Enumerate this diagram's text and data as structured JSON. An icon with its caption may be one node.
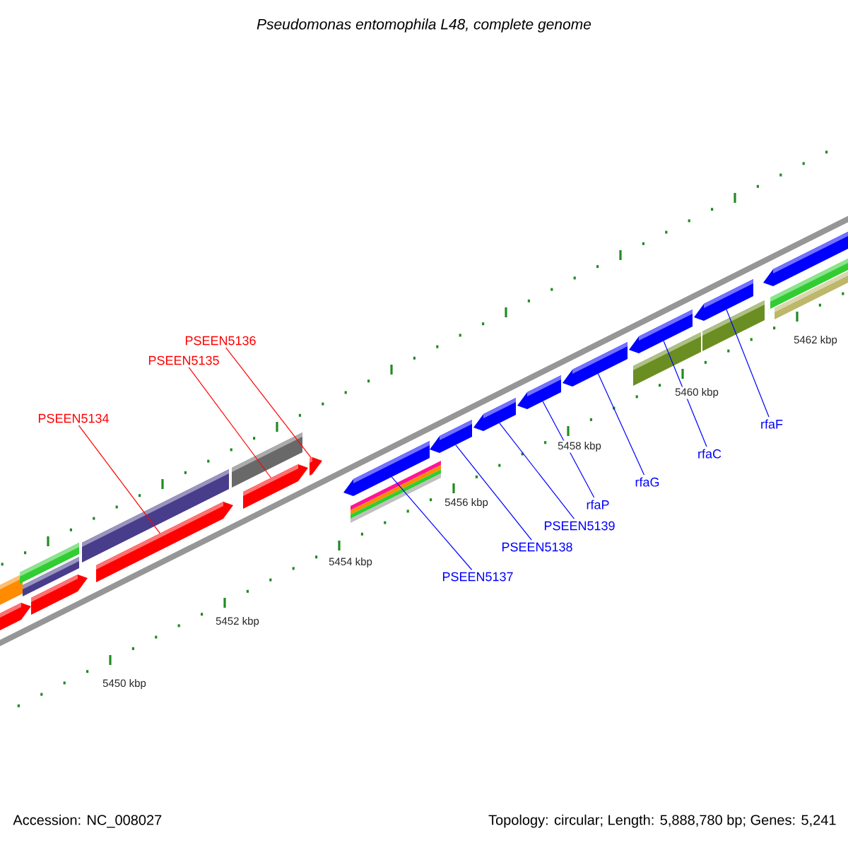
{
  "diagram": {
    "title": "Pseudomonas entomophila L48, complete genome",
    "nodes": [
      {
        "text": [
          "PSEEN5136"
        ]
      },
      {
        "text": [
          "PSEEN5135"
        ]
      },
      {
        "text": [
          "PSEEN5134"
        ]
      },
      {
        "text": [
          "rfaF"
        ]
      },
      {
        "text": [
          "rfaC"
        ]
      },
      {
        "text": [
          "rfaG"
        ]
      },
      {
        "text": [
          "rfaP"
        ]
      },
      {
        "text": [
          "PSEEN5139"
        ]
      },
      {
        "text": [
          "PSEEN5138"
        ]
      },
      {
        "text": [
          "PSEEN5137"
        ]
      },
      {
        "text": [],
        "shape": "bar"
      },
      {
        "text": [],
        "shape": "bar"
      },
      {
        "text": [],
        "shape": "bar"
      },
      {
        "text": [],
        "shape": "bar"
      },
      {
        "text": [],
        "shape": "bar"
      },
      {
        "text": [],
        "shape": "bar"
      },
      {
        "text": [],
        "shape": "bar"
      },
      {
        "text": [],
        "shape": "bar"
      },
      {
        "text": [],
        "shape": "bar"
      },
      {
        "text": [],
        "shape": "bar"
      },
      {
        "text": [],
        "shape": "bar"
      },
      {
        "text": [],
        "shape": "bar"
      },
      {
        "text": [],
        "shape": "bar"
      },
      {
        "text": [],
        "shape": "bar"
      },
      {
        "text": [],
        "shape": "bar"
      },
      {
        "text": [],
        "shape": "bar"
      },
      {
        "text": [],
        "shape": "bar"
      },
      {
        "text": [],
        "shape": "bar"
      },
      {
        "text": [],
        "shape": "bar"
      },
      {
        "text": [],
        "shape": "bar"
      },
      {
        "text": [],
        "shape": "bar"
      },
      {
        "text": [],
        "shape": "bar"
      },
      {
        "text": [],
        "shape": "bar"
      }
    ],
    "edges": [
      {
        "from": 0,
        "to": 19,
        "arrow": "none",
        "color": "#ff0000"
      },
      {
        "from": 1,
        "to": 18,
        "arrow": "none",
        "color": "#ff0000"
      },
      {
        "from": 2,
        "to": 16,
        "arrow": "none",
        "color": "#ff0000"
      },
      {
        "from": 3,
        "to": 29,
        "arrow": "none"
      },
      {
        "from": 4,
        "to": 27,
        "arrow": "none"
      },
      {
        "from": 5,
        "to": 25,
        "arrow": "none"
      },
      {
        "from": 6,
        "to": 24,
        "arrow": "none"
      },
      {
        "from": 7,
        "to": 23,
        "arrow": "none"
      },
      {
        "from": 8,
        "to": 22,
        "arrow": "none"
      },
      {
        "from": 9,
        "to": 20,
        "arrow": "none"
      }
    ],
    "labels": [
      "5462 kbp",
      "5460 kbp",
      "5458 kbp",
      "5456 kbp",
      "5454 kbp",
      "5452 kbp",
      "5450 kbp",
      "Accession: NC_008027",
      "Topology: circular; Length: 5,888,780 bp; Genes: 5,241"
    ]
  }
}
